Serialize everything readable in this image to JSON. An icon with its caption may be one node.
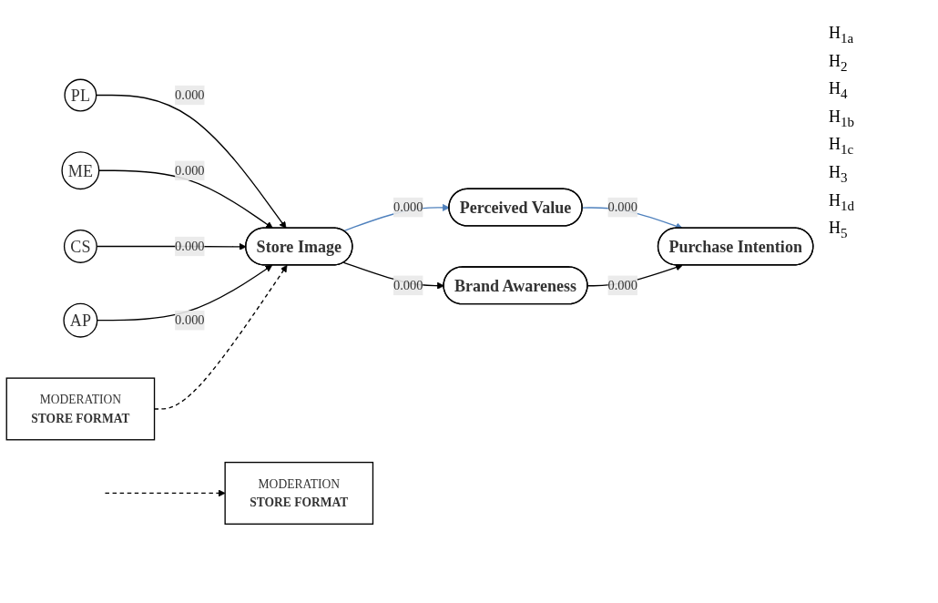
{
  "diagram": {
    "nodes": [
      {
        "text": [
          "PL"
        ]
      },
      {
        "text": [
          "ME"
        ]
      },
      {
        "text": [
          "CS"
        ]
      },
      {
        "text": [
          "AP"
        ]
      },
      {
        "text": [
          "Store Image"
        ]
      },
      {
        "text": [
          "Perceived Value"
        ]
      },
      {
        "text": [
          "Brand Awareness"
        ]
      },
      {
        "text": [
          "Purchase Intention"
        ]
      },
      {
        "text": [
          "MODERATION",
          "STORE FORMAT"
        ]
      },
      {
        "text": [
          "MODERATION",
          "STORE FORMAT"
        ]
      }
    ],
    "edges": [
      {
        "from": 0,
        "to": 4,
        "arrow": "to",
        "label": "0.000"
      },
      {
        "from": 1,
        "to": 4,
        "arrow": "to",
        "label": "0.000"
      },
      {
        "from": 2,
        "to": 4,
        "arrow": "to",
        "label": "0.000"
      },
      {
        "from": 3,
        "to": 4,
        "arrow": "to",
        "label": "0.000"
      },
      {
        "from": 4,
        "to": 5,
        "arrow": "to",
        "label": "0.000",
        "color": "#4f81bd"
      },
      {
        "from": 5,
        "to": 7,
        "arrow": "to",
        "label": "0.000",
        "color": "#4f81bd"
      },
      {
        "from": 4,
        "to": 6,
        "arrow": "to",
        "label": "0.000"
      },
      {
        "from": 6,
        "to": 7,
        "arrow": "to",
        "label": "0.000"
      },
      {
        "from": null,
        "to": 8,
        "arrow": "to",
        "style": "dashed"
      },
      {
        "from": 9,
        "to": 4,
        "arrow": "to",
        "style": "dashed"
      }
    ],
    "labels": [
      "H$_{1a}$",
      "H$_{2}$",
      "H$_{4}$",
      "H$_{1b}$",
      "H$_{1c}$",
      "H$_{3}$",
      "H$_{1d}$",
      "H$_{5}$"
    ]
  }
}
